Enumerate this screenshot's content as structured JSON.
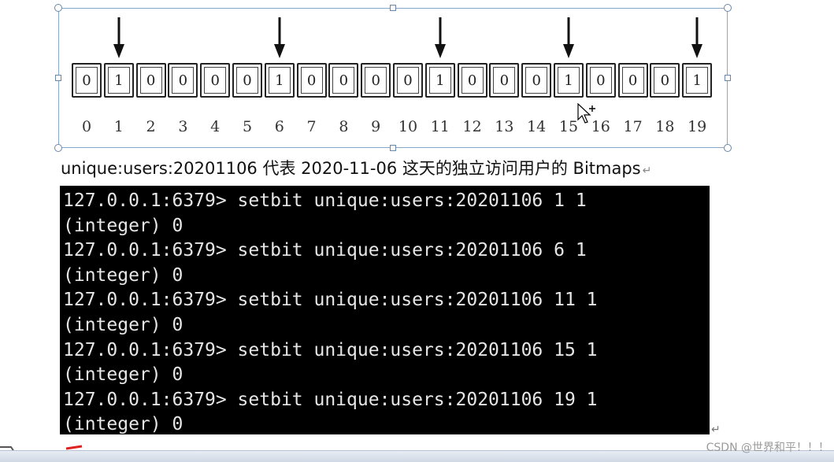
{
  "bitmap": {
    "bits": [
      "0",
      "1",
      "0",
      "0",
      "0",
      "0",
      "1",
      "0",
      "0",
      "0",
      "0",
      "1",
      "0",
      "0",
      "0",
      "1",
      "0",
      "0",
      "0",
      "1"
    ],
    "indices": [
      "0",
      "1",
      "2",
      "3",
      "4",
      "5",
      "6",
      "7",
      "8",
      "9",
      "10",
      "11",
      "12",
      "13",
      "14",
      "15",
      "16",
      "17",
      "18",
      "19"
    ],
    "arrow_at_indices": [
      1,
      6,
      11,
      15,
      19
    ],
    "arrow_icon": "down-arrow-icon"
  },
  "caption": {
    "text": "unique:users:20201106 代表 2020-11-06 这天的独立访问用户的 Bitmaps",
    "pilcrow": "↵"
  },
  "terminal": {
    "lines": [
      "127.0.0.1:6379> setbit unique:users:20201106 1 1",
      "(integer) 0",
      "127.0.0.1:6379> setbit unique:users:20201106 6 1",
      "(integer) 0",
      "127.0.0.1:6379> setbit unique:users:20201106 11 1",
      "(integer) 0",
      "127.0.0.1:6379> setbit unique:users:20201106 15 1",
      "(integer) 0",
      "127.0.0.1:6379> setbit unique:users:20201106 19 1",
      "(integer) 0"
    ],
    "background": "#000000",
    "foreground": "#e6e6e6"
  },
  "footer": {
    "watermark": "CSDN @世界和平！！！"
  },
  "colors": {
    "selection_border": "#8aa6c8",
    "cell_border": "#222222"
  }
}
